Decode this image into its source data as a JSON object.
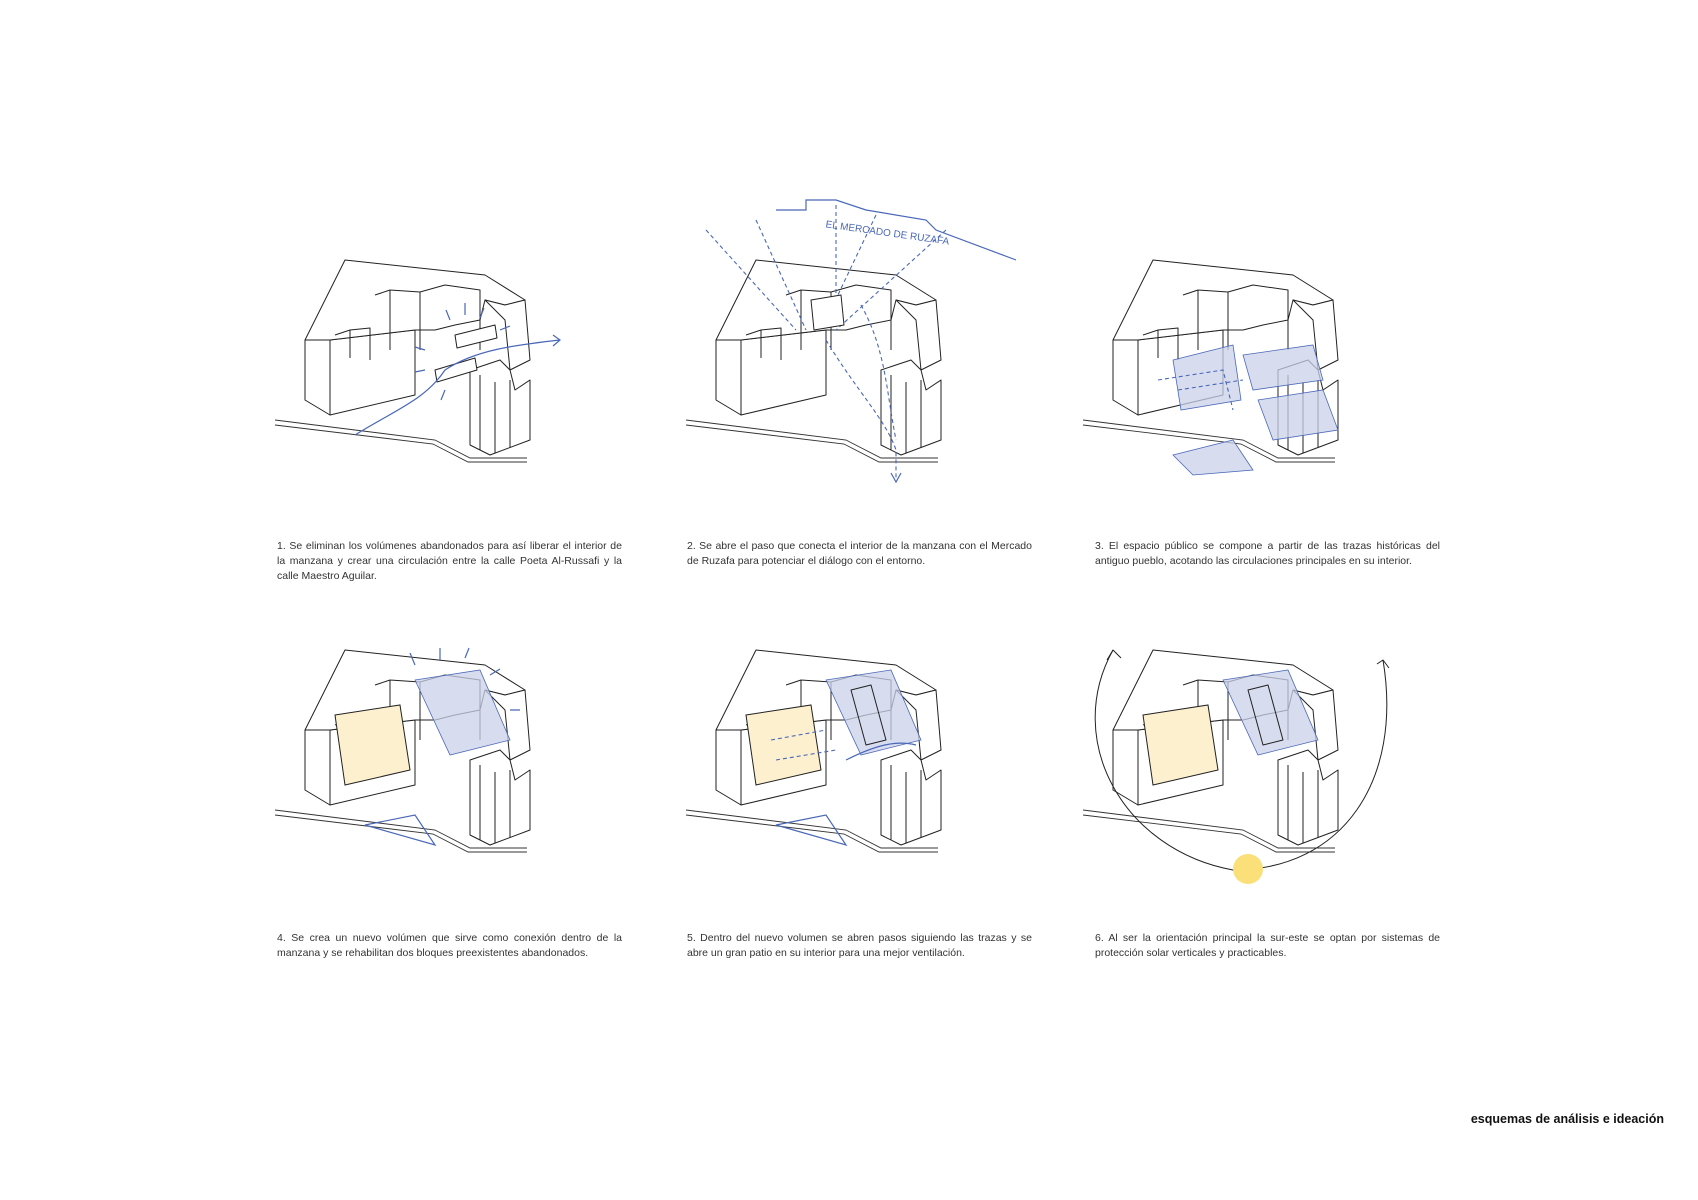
{
  "footer": {
    "title": "esquemas de análisis e ideación"
  },
  "panels": [
    {
      "caption": "1. Se eliminan los volúmenes abandonados para así liberar el interior de la manzana y crear una circulación entre la calle Poeta Al-Russafi y la calle Maestro Aguilar."
    },
    {
      "caption": "2. Se abre el paso que conecta el interior de la manzana con el Mercado de Ruzafa para potenciar el diálogo con el entorno.",
      "label": "EL MERCADO DE RUZAFA"
    },
    {
      "caption": "3. El espacio público se compone a partir de las trazas históricas del antiguo pueblo, acotando las circulaciones principales en su interior."
    },
    {
      "caption": "4. Se crea un nuevo volúmen que sirve como conexión dentro de la manzana y se rehabilitan dos bloques preexistentes abandonados."
    },
    {
      "caption": "5. Dentro del nuevo volumen se abren pasos siguiendo las trazas y se abre un gran patio en su interior para una mejor ventilación."
    },
    {
      "caption": "6. Al ser la orientación principal la sur-este se optan por sistemas de protección solar verticales y practicables."
    }
  ],
  "colors": {
    "accent": "#4a68b8",
    "yellow": "#fdf0cf",
    "sun": "#fbe07a"
  }
}
